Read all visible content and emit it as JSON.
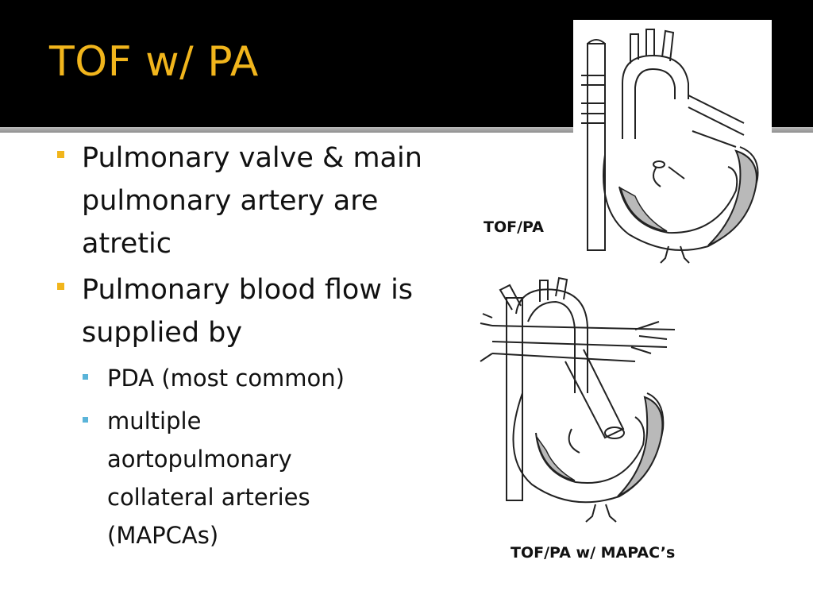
{
  "title": "TOF w/ PA",
  "bullets": [
    {
      "text": "Pulmonary valve & main pulmonary artery are atretic"
    },
    {
      "text": "Pulmonary blood flow is supplied by"
    }
  ],
  "sub_bullets": [
    {
      "text": "PDA (most common)"
    },
    {
      "text": "multiple aortopulmonary collateral arteries (MAPCAs)"
    }
  ],
  "figures": [
    {
      "caption": "TOF/PA"
    },
    {
      "caption": "TOF/PA w/ MAPAC’s"
    }
  ],
  "colors": {
    "accent": "#f1b51c",
    "sub_marker": "#5ab4d9",
    "background": "#000000"
  }
}
